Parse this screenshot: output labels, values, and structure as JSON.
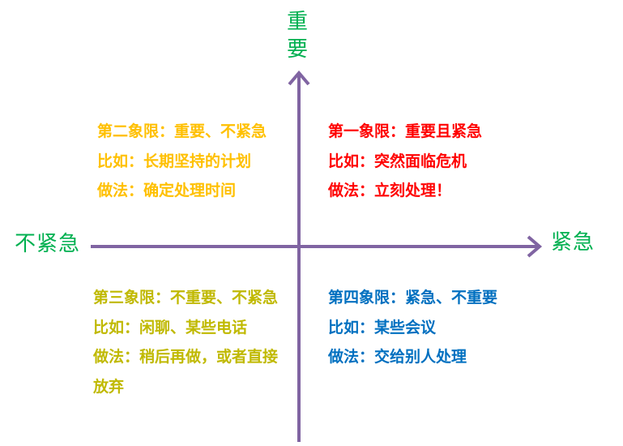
{
  "axes": {
    "top": "重要",
    "left": "不紧急",
    "right": "紧急",
    "color": "#8064a2",
    "label_color": "#00b050"
  },
  "quadrants": [
    {
      "id": "q1",
      "color": "#ff0000",
      "lines": [
        "第一象限：重要且紧急",
        "比如：突然面临危机",
        "做法：立刻处理！"
      ]
    },
    {
      "id": "q2",
      "color": "#ffc000",
      "lines": [
        "第二象限：重要、不紧急",
        "比如：长期坚持的计划",
        "做法：确定处理时间"
      ]
    },
    {
      "id": "q3",
      "color": "#c0b900",
      "lines": [
        "第三象限：不重要、不紧急",
        "比如：闲聊、某些电话",
        "做法：稍后再做，或者直接放弃"
      ]
    },
    {
      "id": "q4",
      "color": "#0070c0",
      "lines": [
        "第四象限：紧急、不重要",
        "比如：某些会议",
        "做法：交给别人处理"
      ]
    }
  ]
}
